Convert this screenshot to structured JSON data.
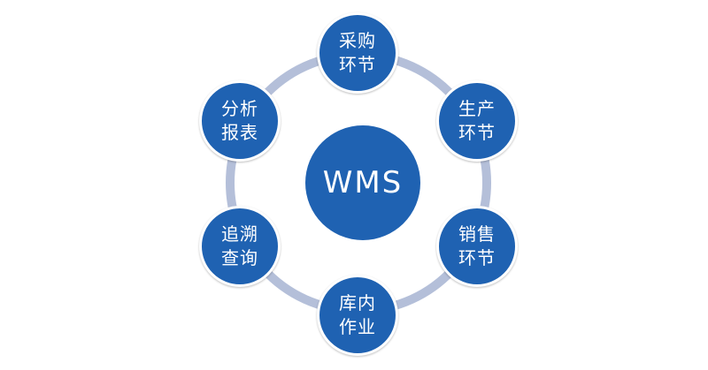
{
  "diagram": {
    "center": {
      "label": "WMS"
    },
    "nodes": [
      {
        "id": "purchase",
        "label": "采购\n环节"
      },
      {
        "id": "production",
        "label": "生产\n环节"
      },
      {
        "id": "sales",
        "label": "销售\n环节"
      },
      {
        "id": "warehouse",
        "label": "库内\n作业"
      },
      {
        "id": "trace",
        "label": "追溯\n查询"
      },
      {
        "id": "report",
        "label": "分析\n报表"
      }
    ],
    "colors": {
      "node_fill": "#1f62b2",
      "ring": "#b4bfd9",
      "background": "#ffffff"
    }
  }
}
